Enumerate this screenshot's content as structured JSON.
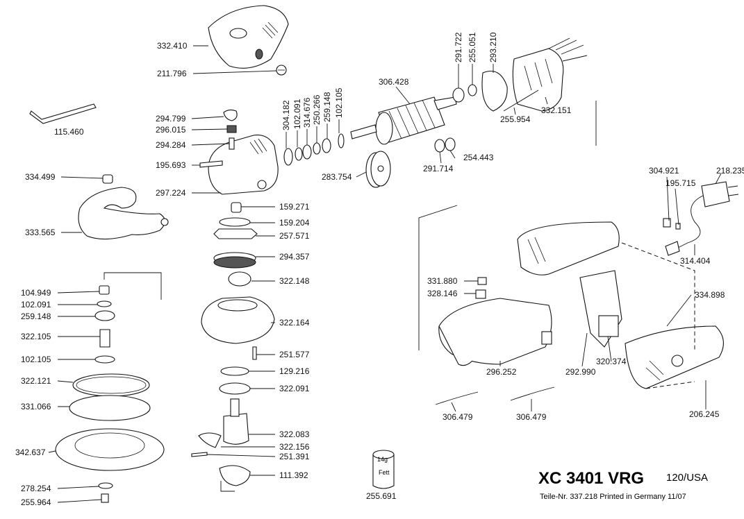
{
  "model": "XC 3401 VRG",
  "variant": "120/USA",
  "footer": "Teile-Nr. 337.218 Printed in Germany 11/07",
  "grease": {
    "weight": "14g",
    "label": "Fett",
    "part": "255.691"
  },
  "parts": {
    "p332410": "332.410",
    "p211796": "211.796",
    "p115460": "115.460",
    "p294799": "294.799",
    "p296015": "296.015",
    "p294284": "294.284",
    "p195693": "195.693",
    "p334499": "334.499",
    "p297224": "297.224",
    "p333565": "333.565",
    "p304182": "304.182",
    "p102091a": "102.091",
    "p314676": "314.676",
    "p250266": "250.266",
    "p259148a": "259.148",
    "p102105a": "102.105",
    "p306428": "306.428",
    "p291722": "291.722",
    "p255051": "255.051",
    "p293210": "293.210",
    "p332151": "332.151",
    "p255954": "255.954",
    "p254443": "254.443",
    "p291714": "291.714",
    "p283754": "283.754",
    "p159271": "159.271",
    "p159204": "159.204",
    "p257571": "257.571",
    "p294357": "294.357",
    "p322148": "322.148",
    "p322164": "322.164",
    "p251577": "251.577",
    "p129216": "129.216",
    "p322091": "322.091",
    "p322083": "322.083",
    "p322156": "322.156",
    "p251391": "251.391",
    "p111392": "111.392",
    "p104949": "104.949",
    "p102091b": "102.091",
    "p259148b": "259.148",
    "p322105": "322.105",
    "p102105b": "102.105",
    "p322121": "322.121",
    "p331066": "331.066",
    "p342637": "342.637",
    "p278254": "278.254",
    "p255964": "255.964",
    "p304921": "304.921",
    "p218235": "218.235",
    "p195715": "195.715",
    "p314404": "314.404",
    "p331880": "331.880",
    "p328146": "328.146",
    "p334898": "334.898",
    "p296252": "296.252",
    "p292990": "292.990",
    "p320374": "320.374",
    "p206245": "206.245",
    "p306479a": "306.479",
    "p306479b": "306.479"
  }
}
